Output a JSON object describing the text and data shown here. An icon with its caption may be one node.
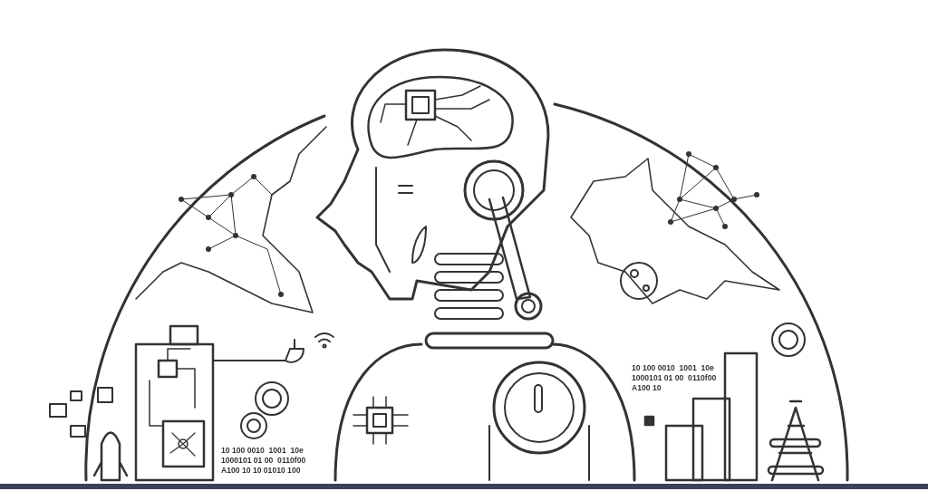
{
  "diagram": {
    "labels": [
      "10 100 0010  1001  10e",
      "1000101 01 00  0110f00",
      "A100 10 10 01010 100",
      "10 100 0010  1001  10e",
      "1000101 01 00  0110f00",
      "A100 10"
    ]
  }
}
